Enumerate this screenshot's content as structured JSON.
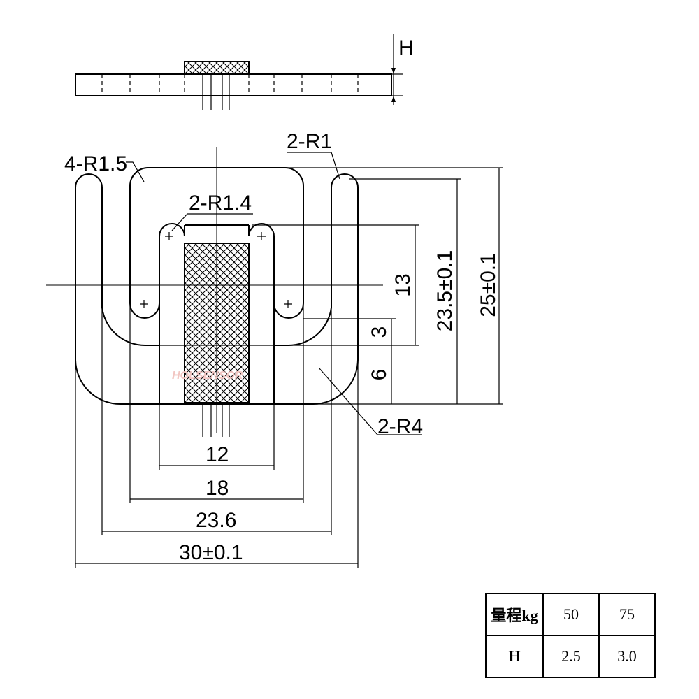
{
  "drawing": {
    "side_view": {
      "height_label": "H"
    },
    "callouts": {
      "r15": "4-R1.5",
      "r1": "2-R1",
      "r14": "2-R1.4",
      "r4": "2-R4"
    },
    "dimensions": {
      "w12": "12",
      "w18": "18",
      "w236": "23.6",
      "w30": "30±0.1",
      "h13": "13",
      "h3": "3",
      "h6": "6",
      "h235": "23.5±0.1",
      "h25": "25±0.1"
    },
    "watermark": "HOLSENSOR"
  },
  "spec_table": {
    "row1": {
      "header": "量程kg",
      "values": [
        "50",
        "75"
      ]
    },
    "row2": {
      "header": "H",
      "values": [
        "2.5",
        "3.0"
      ]
    }
  }
}
